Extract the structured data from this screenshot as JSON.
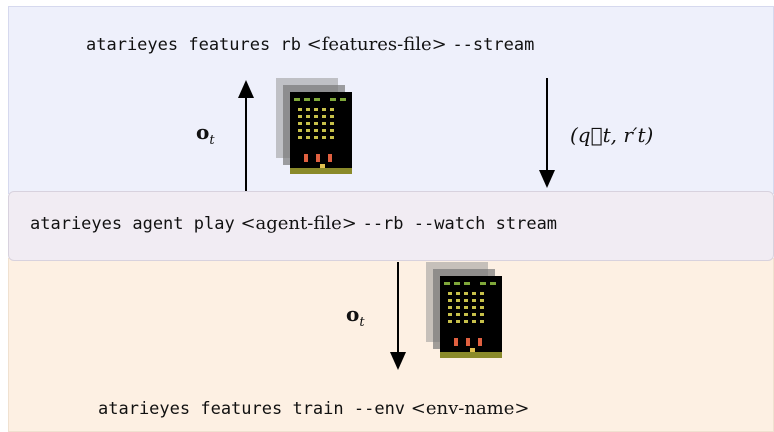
{
  "top": {
    "prefix": "atarieyes features rb",
    "arg": "<features-file>",
    "suffix": "--stream"
  },
  "middle": {
    "prefix": "atarieyes agent play",
    "arg": "<agent-file>",
    "suffix": "--rb --watch stream"
  },
  "bottom": {
    "prefix": "atarieyes features train --env",
    "arg": "<env-name>"
  },
  "labels": {
    "obs_up": "o",
    "obs_up_sub": "t",
    "obs_down": "o",
    "obs_down_sub": "t",
    "query_pair": "(q⃗t, r′t)"
  },
  "colors": {
    "top_bg": "#eef0fb",
    "mid_bg": "#f1ecf3",
    "bottom_bg": "#fdf0e3",
    "arrow": "#000000"
  },
  "icons": [
    "arrow-up-icon",
    "arrow-down-icon",
    "game-frame-stack-icon"
  ]
}
